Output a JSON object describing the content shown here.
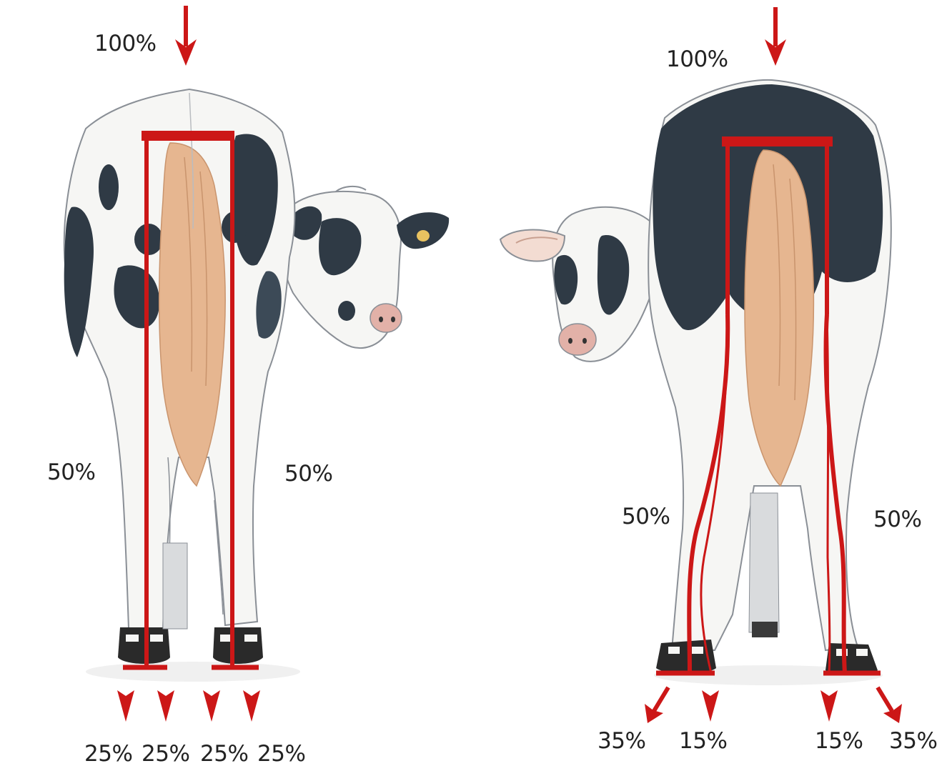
{
  "colors": {
    "force": "#cc1717",
    "hide_black": "#2f3a45",
    "hide_white": "#f6f6f4",
    "udder": "#e6b690",
    "outline": "#8a8f96",
    "hoof": "#2a2a2a",
    "ground": "#f0f0f0"
  },
  "left_cow": {
    "top_load": "100%",
    "side_left": "50%",
    "side_right": "50%",
    "hoof_loads": [
      "25%",
      "25%",
      "25%",
      "25%"
    ]
  },
  "right_cow": {
    "top_load": "100%",
    "side_left": "50%",
    "side_right": "50%",
    "hoof_loads": [
      "35%",
      "15%",
      "15%",
      "35%"
    ]
  },
  "icons": {
    "load_arrow": "down-arrow-icon",
    "hoof_arrow": "arrowhead-icon"
  }
}
